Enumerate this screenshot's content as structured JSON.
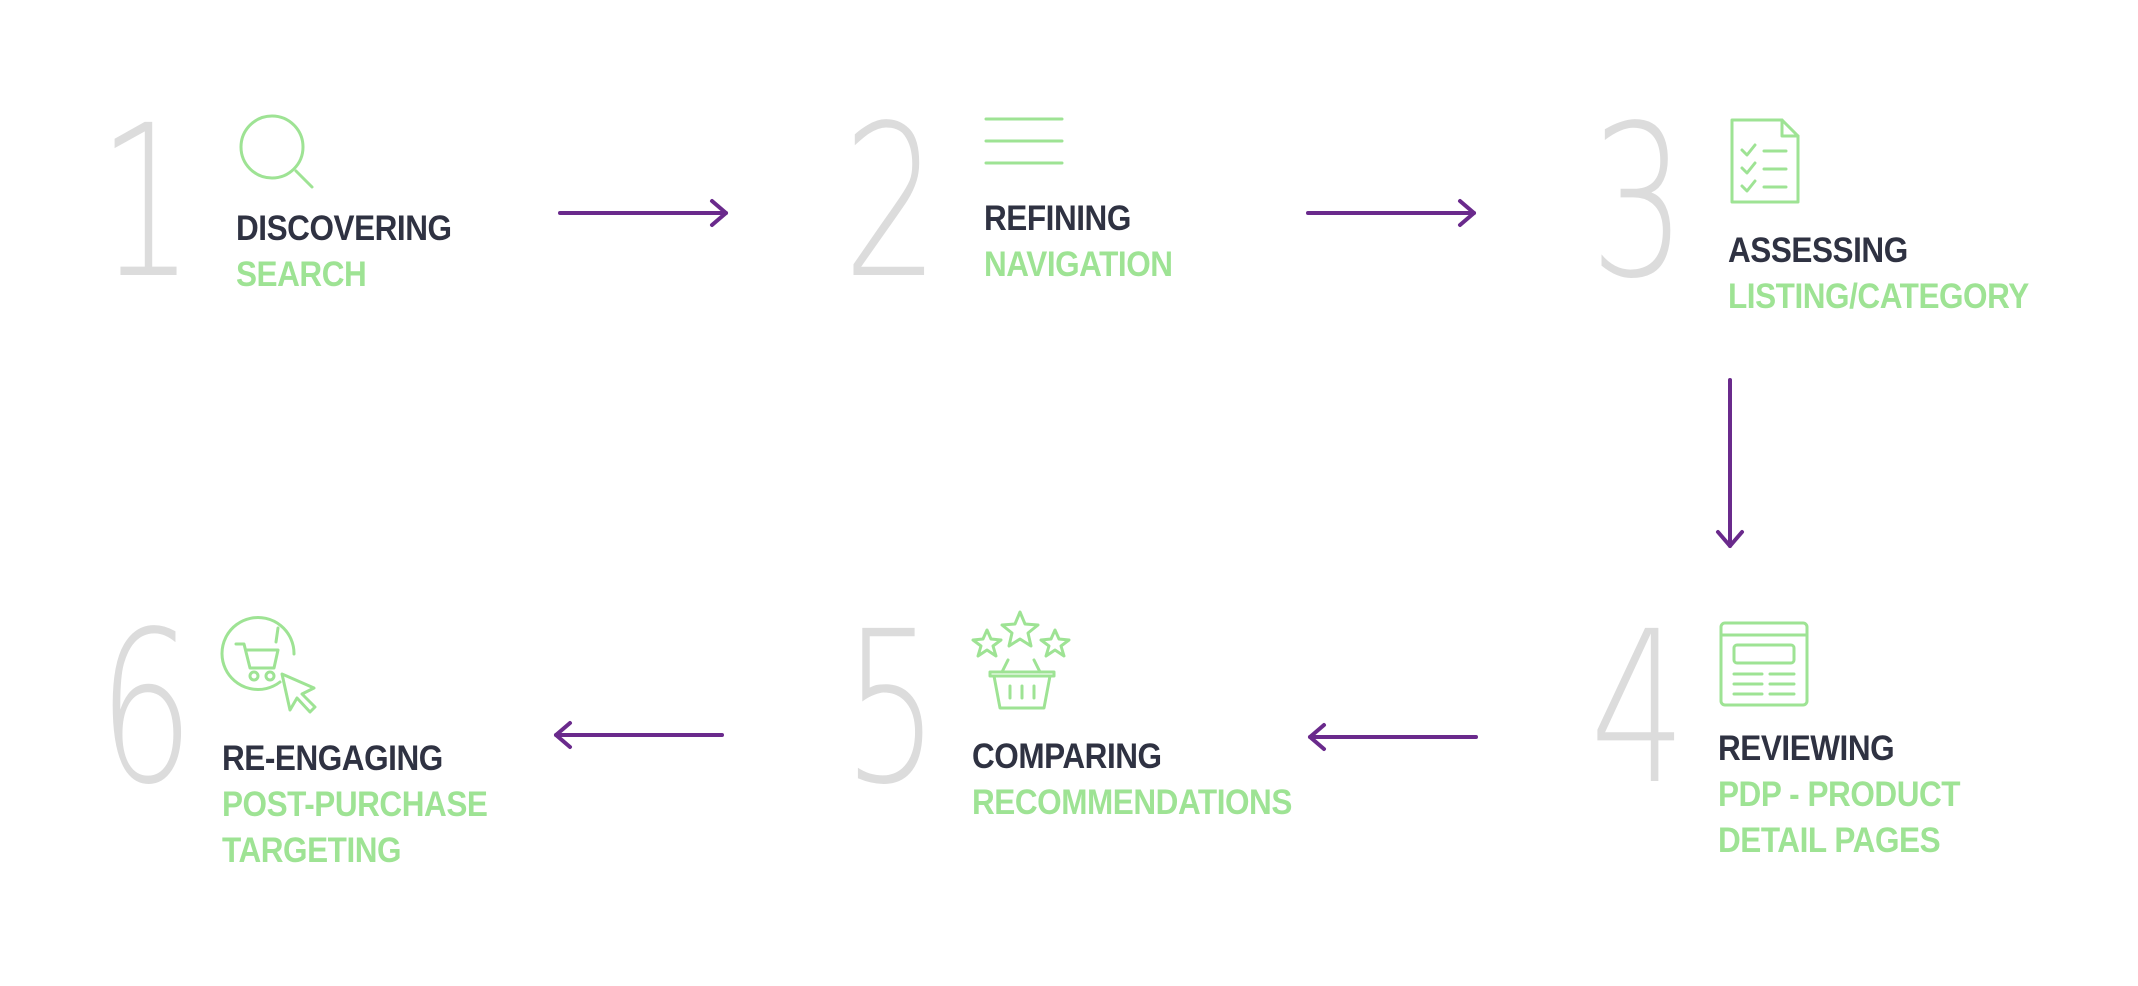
{
  "colors": {
    "number": "#dcdcdc",
    "title": "#2f3242",
    "subtitle": "#9ee394",
    "icon": "#9ee394",
    "arrow": "#6a2a8c"
  },
  "steps": [
    {
      "number": "1",
      "title": "DISCOVERING",
      "subtitle": "SEARCH",
      "icon": "search-icon"
    },
    {
      "number": "2",
      "title": "REFINING",
      "subtitle": "NAVIGATION",
      "icon": "menu-lines-icon"
    },
    {
      "number": "3",
      "title": "ASSESSING",
      "subtitle": "LISTING/CATEGORY",
      "icon": "checklist-document-icon"
    },
    {
      "number": "4",
      "title": "REVIEWING",
      "subtitle": "PDP - PRODUCT DETAIL PAGES",
      "icon": "product-page-icon"
    },
    {
      "number": "5",
      "title": "COMPARING",
      "subtitle": "RECOMMENDATIONS",
      "icon": "stars-basket-icon"
    },
    {
      "number": "6",
      "title": "RE-ENGAGING",
      "subtitle": "POST-PURCHASE TARGETING",
      "icon": "cart-cursor-icon"
    }
  ]
}
